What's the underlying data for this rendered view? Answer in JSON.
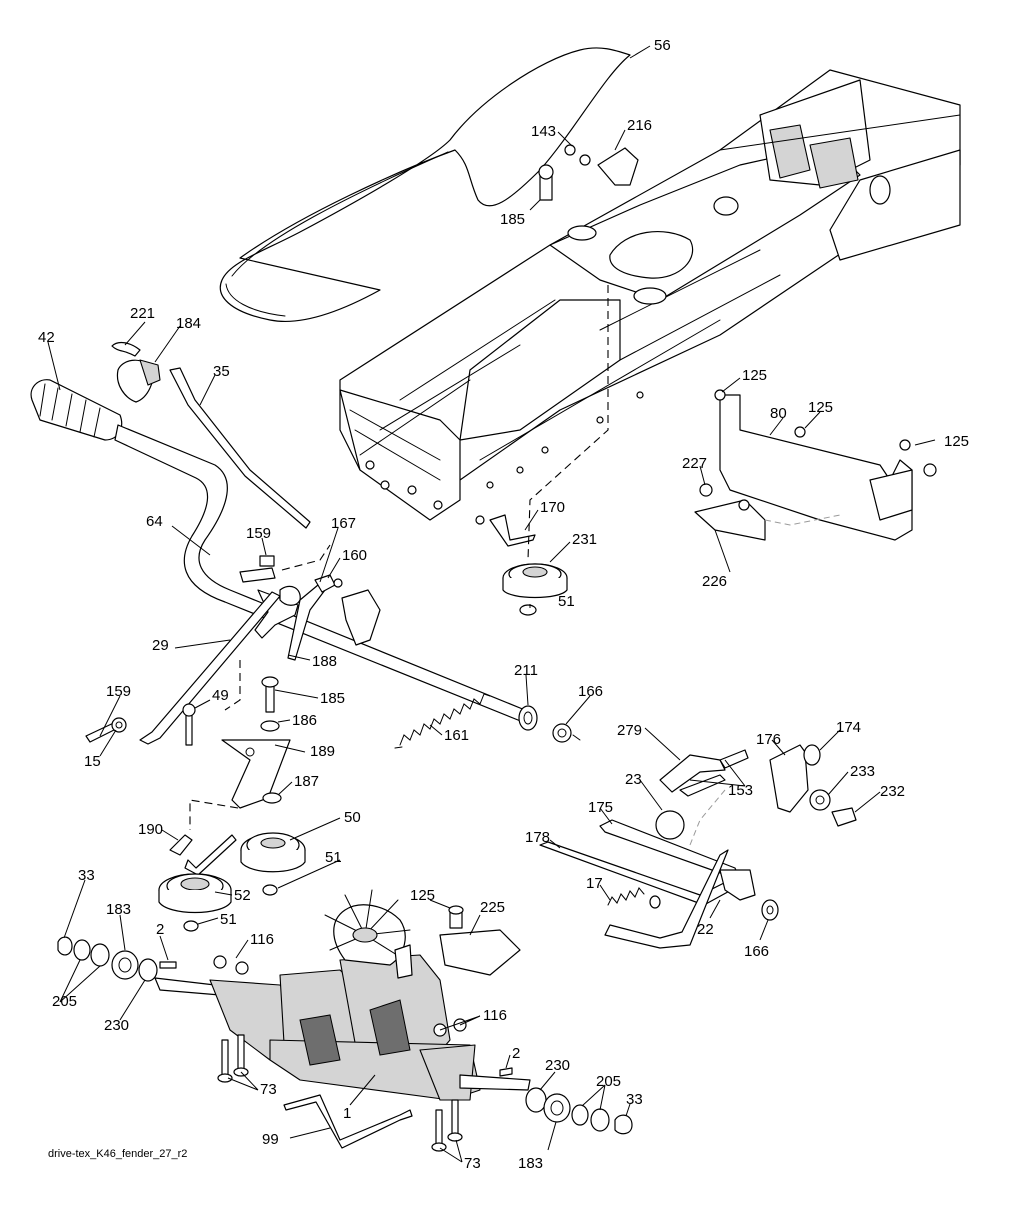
{
  "diagram": {
    "caption": "drive-tex_K46_fender_27_r2",
    "labels": {
      "p56": "56",
      "p143": "143",
      "p216": "216",
      "p185a": "185",
      "p221": "221",
      "p184": "184",
      "p42": "42",
      "p35": "35",
      "p125a": "125",
      "p80": "80",
      "p125b": "125",
      "p125c": "125",
      "p227": "227",
      "p226": "226",
      "p64": "64",
      "p159a": "159",
      "p167": "167",
      "p160": "160",
      "p170": "170",
      "p231": "231",
      "p51a": "51",
      "p29": "29",
      "p188": "188",
      "p211": "211",
      "p166a": "166",
      "p159b": "159",
      "p49": "49",
      "p185b": "185",
      "p186": "186",
      "p15": "15",
      "p189": "189",
      "p161": "161",
      "p187": "187",
      "p279": "279",
      "p176": "176",
      "p174": "174",
      "p153": "153",
      "p23": "23",
      "p233": "233",
      "p232": "232",
      "p175": "175",
      "p190": "190",
      "p50": "50",
      "p51b": "51",
      "p178": "178",
      "p33a": "33",
      "p52": "52",
      "p183a": "183",
      "p51c": "51",
      "p2a": "2",
      "p116a": "116",
      "p125d": "125",
      "p225": "225",
      "p17": "17",
      "p22": "22",
      "p166b": "166",
      "p205a": "205",
      "p230a": "230",
      "p116b": "116",
      "p2b": "2",
      "p230b": "230",
      "p205b": "205",
      "p33b": "33",
      "p73a": "73",
      "p1": "1",
      "p99": "99",
      "p73b": "73",
      "p183b": "183"
    }
  }
}
